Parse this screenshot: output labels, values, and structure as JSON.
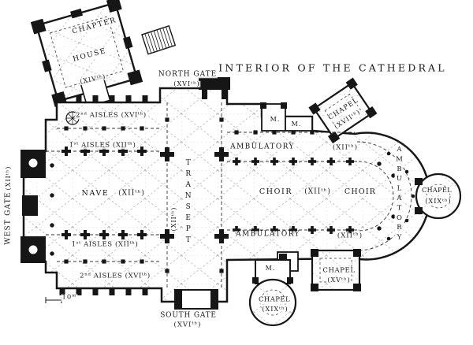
{
  "colors": {
    "ink": "#161616",
    "paper": "#ffffff"
  },
  "title": "INTERIOR OF THE CATHEDRAL",
  "scale_label": "10ᵐ",
  "labels": {
    "chapter1": "CHAPTER",
    "chapter2": "HOUSE",
    "chapter_date": "(XIVᵗʰ)",
    "north_gate": "NORTH GATE",
    "north_gate_date": "(XVIᵗʰ)",
    "aisles2_north": "2ⁿᵈ AISLES (XVIᵗʰ)",
    "aisles1_north": "1ˢᵗ AISLES (XIIᵗʰ)",
    "m1": "M.",
    "m2": "M.",
    "m3": "M.",
    "ambulatory_north": "AMBULATORY",
    "ambulatory_north_date": "(XIIᵗʰ)",
    "chapel_ne": "CHAPEL",
    "chapel_ne_date": "(XVIIᵗʰ)",
    "ambulatory_arc": "AMBULATORY",
    "chapel_east": "CHAPEL",
    "chapel_east_date": "(XIXᵗʰ)",
    "west_gate": "WEST GATE",
    "west_gate_date": "(XIIᵗʰ)",
    "nave": "NAVE",
    "nave_date": "(XIIᵗʰ)",
    "transept": "TRANSEPT",
    "transept_date": "(XIIᵗʰ)",
    "choir_west": "CHOIR",
    "choir_date": "(XIIᵗʰ)",
    "choir_east": "CHOIR",
    "ambulatory_south": "AMBULATORY",
    "ambulatory_south_date": "(XIIᵗʰ)",
    "aisles1_south": "1ˢᵗ AISLES (XIIᵗʰ)",
    "aisles2_south": "2ⁿᵈ AISLES (XVIᵗʰ)",
    "chapel_se": "CHAPEL",
    "chapel_se_date": "(XVᵗʰ)",
    "chapel_south": "CHAPEL",
    "chapel_south_date": "(XIXᵗʰ)",
    "south_gate": "SOUTH GATE",
    "south_gate_date": "(XVIᵗʰ)"
  }
}
